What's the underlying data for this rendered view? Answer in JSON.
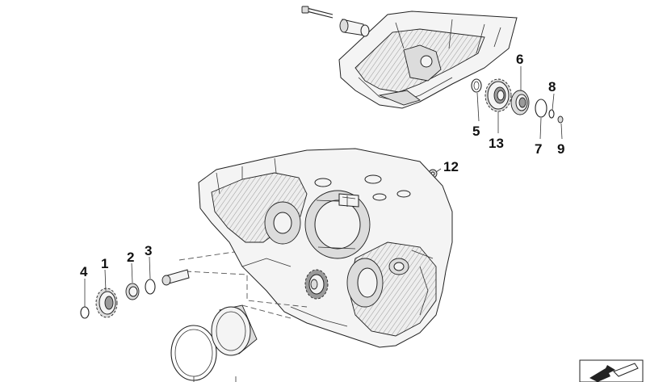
{
  "callouts": [
    "1",
    "2",
    "3",
    "4",
    "5",
    "6",
    "7",
    "8",
    "9",
    "12",
    "13"
  ],
  "icons": [
    "arrow-icon"
  ]
}
